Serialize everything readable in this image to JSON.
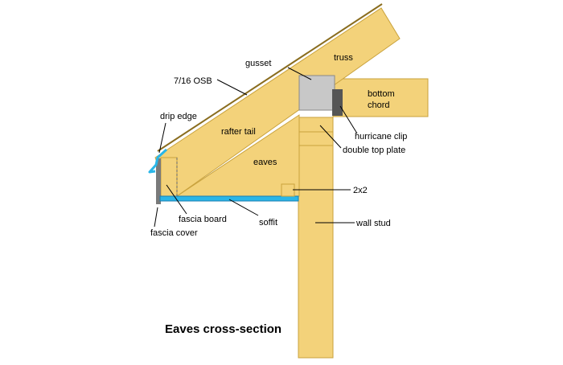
{
  "title": "Eaves cross-section",
  "labels": {
    "osb": "7/16 OSB",
    "gusset": "gusset",
    "truss": "truss",
    "bottom_chord": [
      "bottom",
      "chord"
    ],
    "drip_edge": "drip edge",
    "rafter_tail": "rafter tail",
    "hurricane_clip": "hurricane clip",
    "double_top_plate": "double top plate",
    "eaves": "eaves",
    "block_2x2": "2x2",
    "fascia_board": "fascia board",
    "soffit": "soffit",
    "fascia_cover": "fascia cover",
    "wall_stud": "wall stud"
  },
  "colors": {
    "lumber": "#f3d27a",
    "lumber_edge": "#c9a23c",
    "soffit": "#29b6e8",
    "gusset": "#c8c8c8",
    "clip": "#555555",
    "background": "#ffffff"
  }
}
